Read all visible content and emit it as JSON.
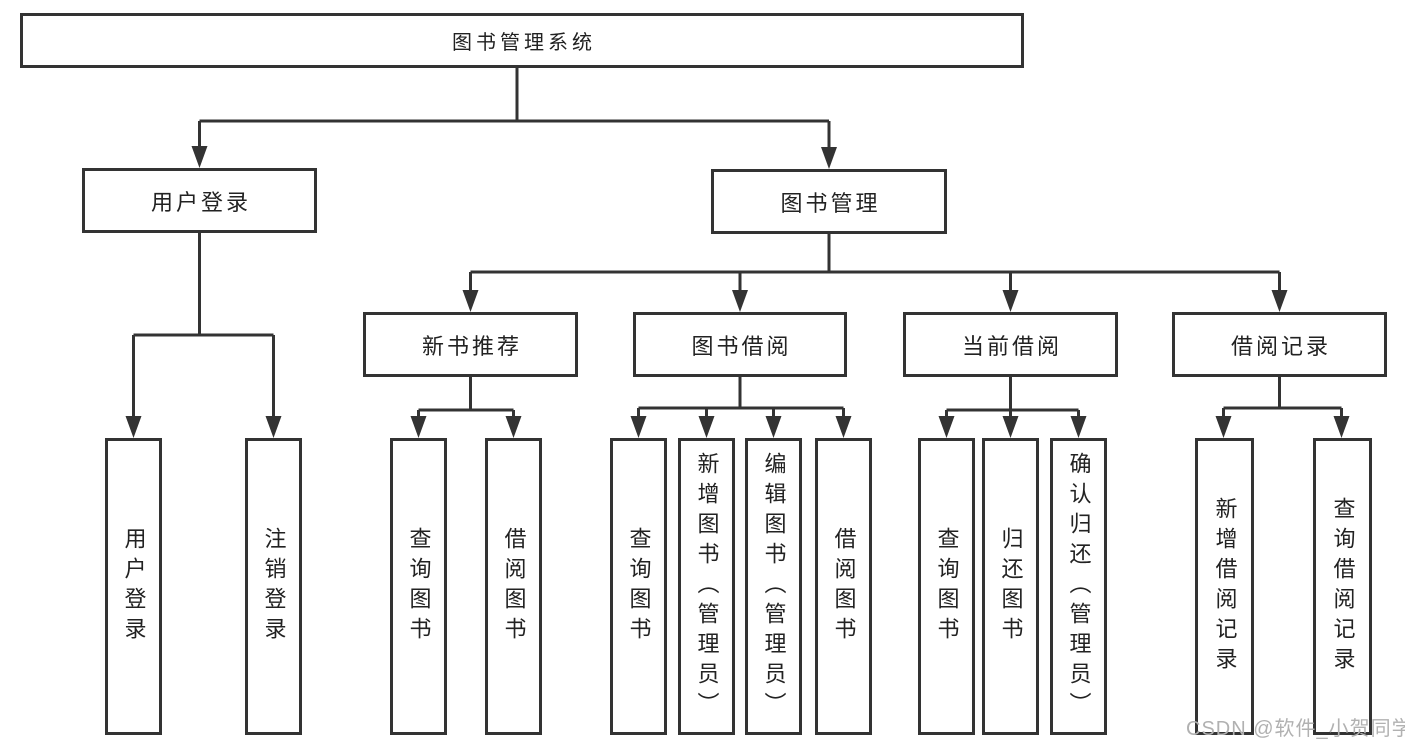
{
  "root": {
    "label": "图书管理系统"
  },
  "level2": [
    {
      "label": "用户登录"
    },
    {
      "label": "图书管理"
    }
  ],
  "level3": [
    {
      "label": "新书推荐"
    },
    {
      "label": "图书借阅"
    },
    {
      "label": "当前借阅"
    },
    {
      "label": "借阅记录"
    }
  ],
  "leaves": [
    {
      "label": "用户登录"
    },
    {
      "label": "注销登录"
    },
    {
      "label": "查询图书"
    },
    {
      "label": "借阅图书"
    },
    {
      "label": "查询图书"
    },
    {
      "label": "新增图书（管理员）"
    },
    {
      "label": "编辑图书（管理员）"
    },
    {
      "label": "借阅图书"
    },
    {
      "label": "查询图书"
    },
    {
      "label": "归还图书"
    },
    {
      "label": "确认归还（管理员）"
    },
    {
      "label": "新增借阅记录"
    },
    {
      "label": "查询借阅记录"
    }
  ],
  "watermark": {
    "text": "CSDN @软件_小贺同学"
  },
  "colors": {
    "line": "#333333",
    "box_border": "#333333",
    "text": "#222222",
    "watermark": "#b1b1b1",
    "background": "#ffffff"
  }
}
